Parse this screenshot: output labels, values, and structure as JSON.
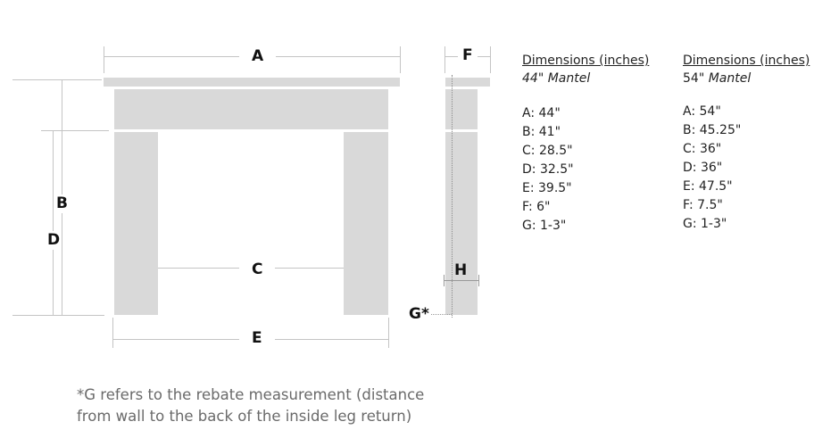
{
  "diagram": {
    "front_view": {
      "labels": {
        "a": "A",
        "b": "B",
        "c": "C",
        "d": "D",
        "e": "E"
      }
    },
    "side_view": {
      "labels": {
        "f": "F",
        "h": "H",
        "g": "G*"
      }
    },
    "shape_color": "#d9d9d9",
    "line_color": "#c4c4c4"
  },
  "footnote": {
    "line1": "*G refers to the rebate measurement (distance",
    "line2": "from wall to the back of the inside leg return)"
  },
  "specs": [
    {
      "heading": "Dimensions (inches)",
      "model": "44\" Mantel",
      "model_italic_part": "44\" Mantel",
      "rows": [
        "A: 44\"",
        "B: 41\"",
        "C: 28.5\"",
        "D: 32.5\"",
        "E: 39.5\"",
        "F: 6\"",
        "G: 1-3\""
      ]
    },
    {
      "heading": "Dimensions (inches)",
      "model_number": "54\"",
      "model_word": "Mantel",
      "rows": [
        "A: 54\"",
        "B: 45.25\"",
        "C: 36\"",
        "D: 36\"",
        "E: 47.5\"",
        "F: 7.5\"",
        "G: 1-3\""
      ]
    }
  ]
}
